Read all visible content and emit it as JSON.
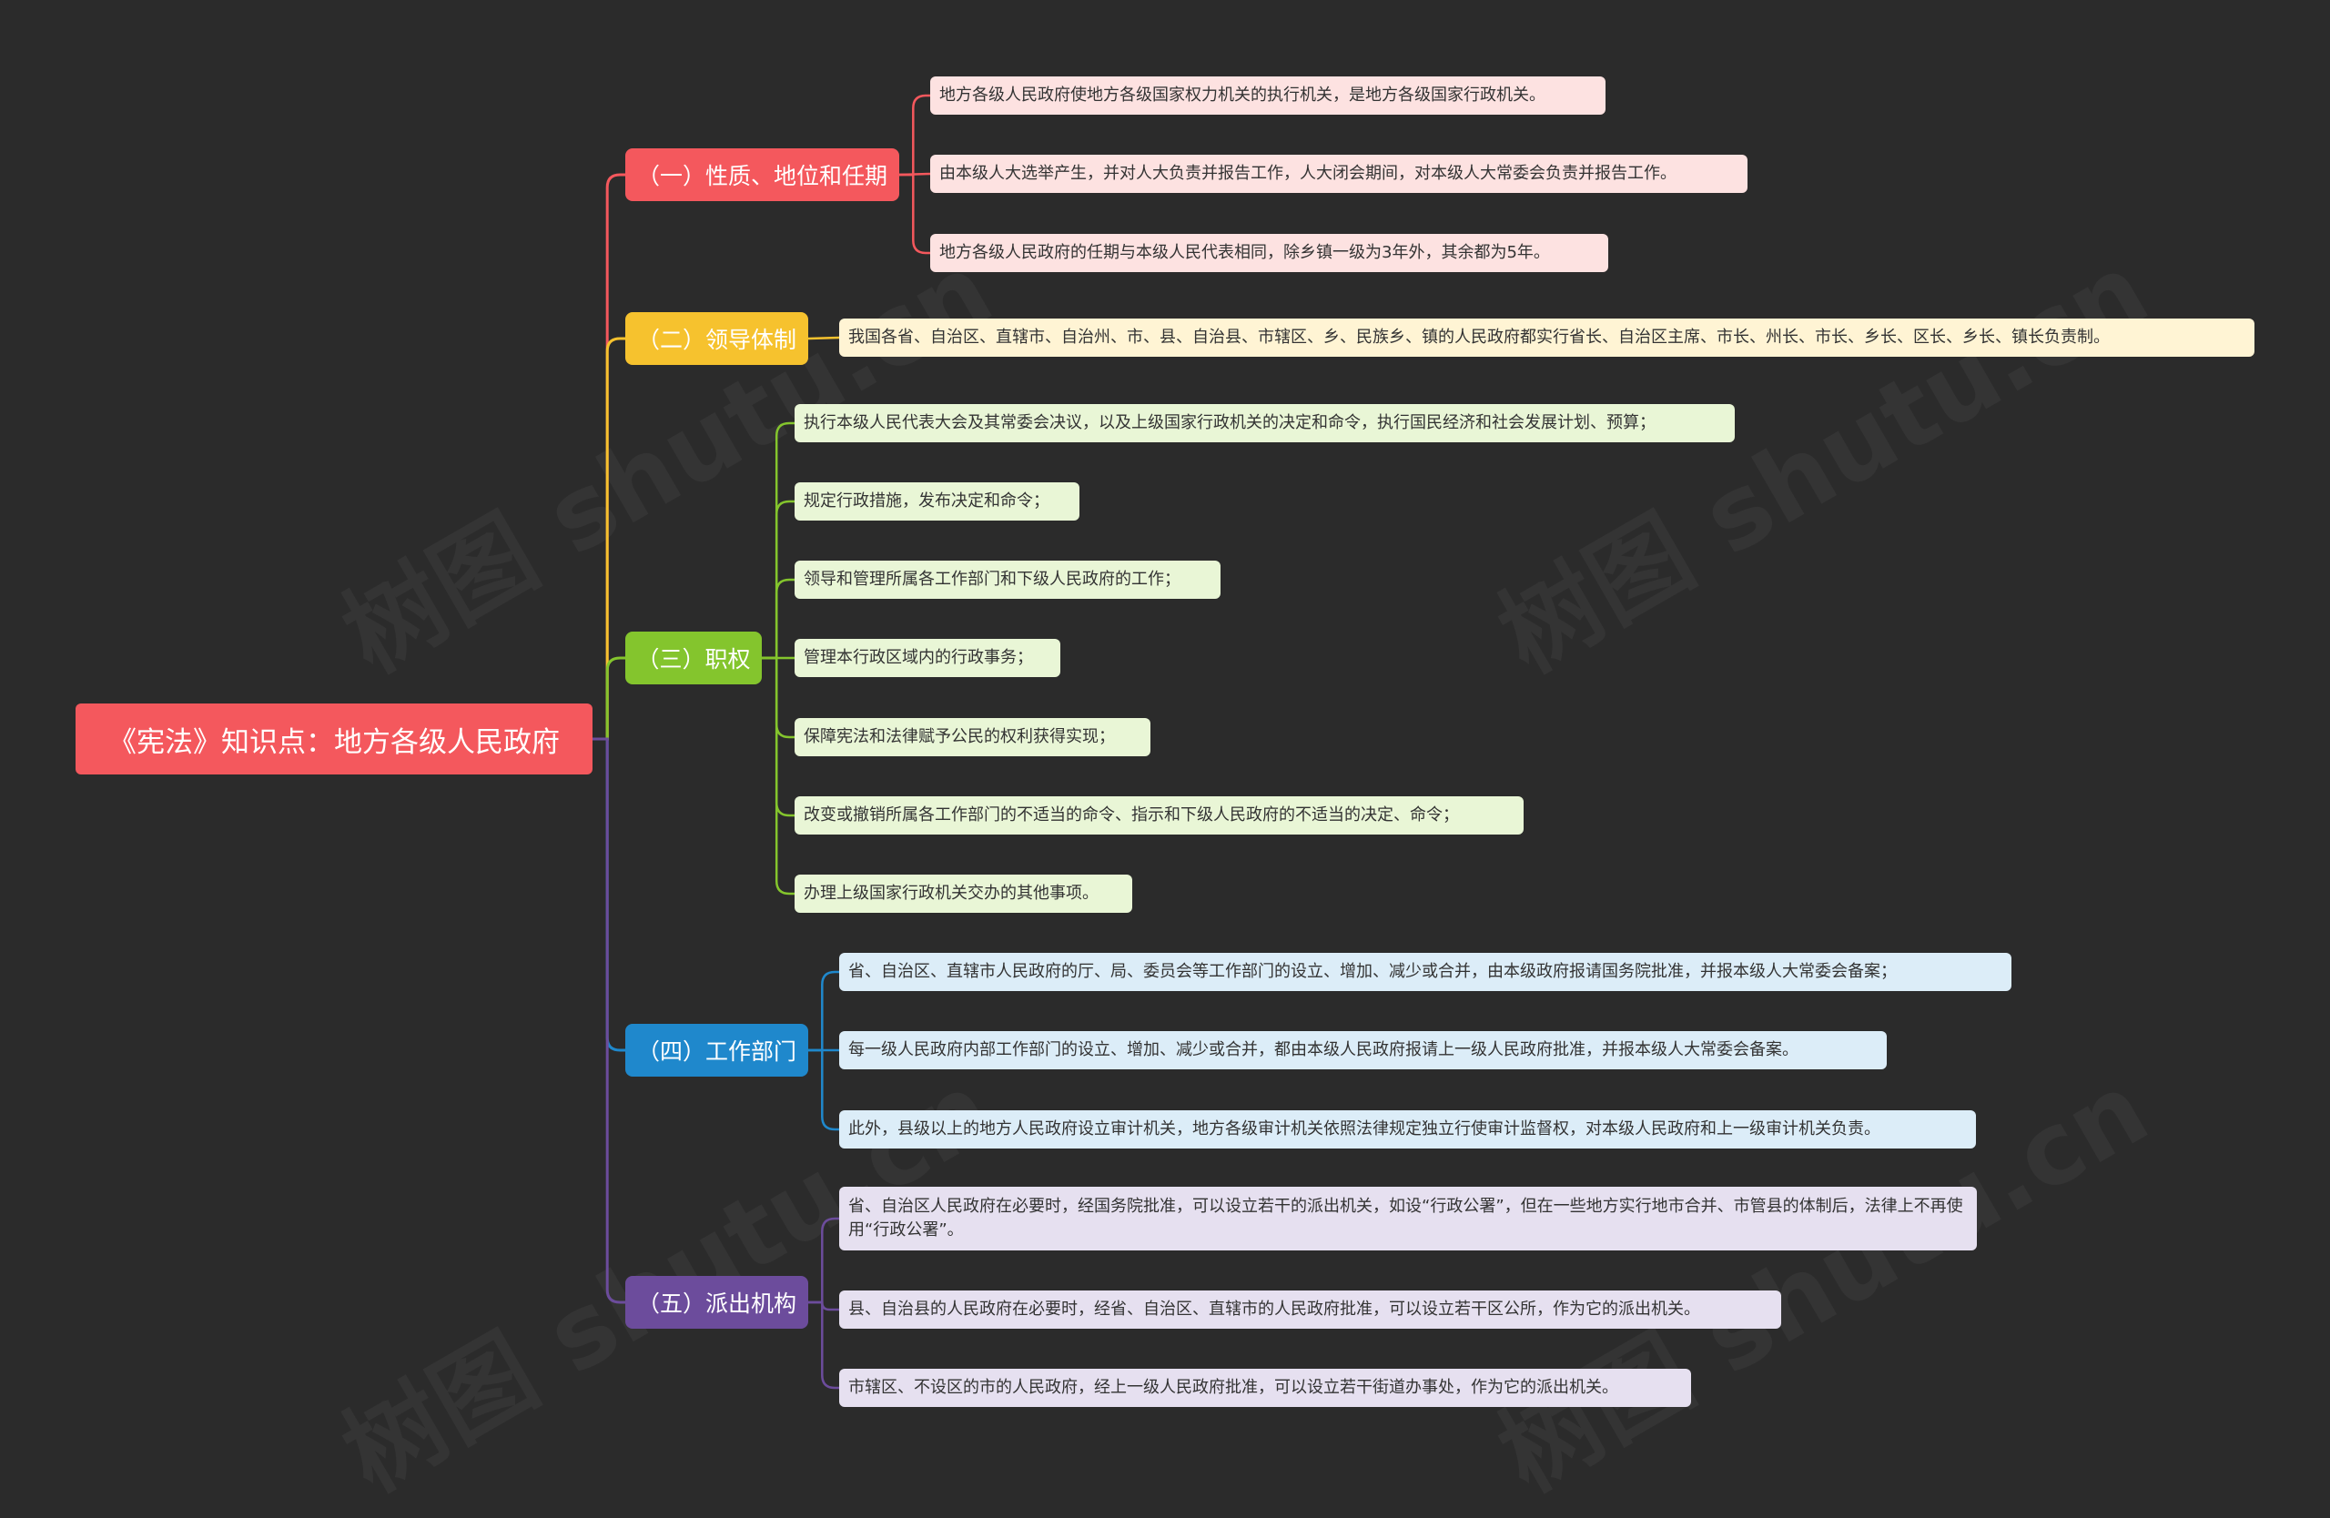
{
  "root": {
    "label": "《宪法》知识点：地方各级人民政府",
    "color": "#f4585d"
  },
  "branches": [
    {
      "label": "（一）性质、地位和任期",
      "color": "#f4585d",
      "leaf_bg": "#fde2e1",
      "leaves": [
        "地方各级人民政府使地方各级国家权力机关的执行机关，是地方各级国家行政机关。",
        "由本级人大选举产生，并对人大负责并报告工作，人大闭会期间，对本级人大常委会负责并报告工作。",
        "地方各级人民政府的任期与本级人民代表相同，除乡镇一级为3年外，其余都为5年。"
      ]
    },
    {
      "label": "（二）领导体制",
      "color": "#f6c22e",
      "leaf_bg": "#fff4d4",
      "leaves": [
        "我国各省、自治区、直辖市、自治州、市、县、自治县、市辖区、乡、民族乡、镇的人民政府都实行省长、自治区主席、市长、州长、市长、乡长、区长、乡长、镇长负责制。"
      ]
    },
    {
      "label": "（三）职权",
      "color": "#84c52d",
      "leaf_bg": "#e9f6d6",
      "leaves": [
        "执行本级人民代表大会及其常委会决议，以及上级国家行政机关的决定和命令，执行国民经济和社会发展计划、预算；",
        "规定行政措施，发布决定和命令；",
        "领导和管理所属各工作部门和下级人民政府的工作；",
        "管理本行政区域内的行政事务；",
        "保障宪法和法律赋予公民的权利获得实现；",
        "改变或撤销所属各工作部门的不适当的命令、指示和下级人民政府的不适当的决定、命令；",
        "办理上级国家行政机关交办的其他事项。"
      ]
    },
    {
      "label": "（四）工作部门",
      "color": "#1f88cc",
      "leaf_bg": "#dcedf8",
      "leaves": [
        "省、自治区、直辖市人民政府的厅、局、委员会等工作部门的设立、增加、减少或合并，由本级政府报请国务院批准，并报本级人大常委会备案；",
        "每一级人民政府内部工作部门的设立、增加、减少或合并，都由本级人民政府报请上一级人民政府批准，并报本级人大常委会备案。",
        "此外，县级以上的地方人民政府设立审计机关，地方各级审计机关依照法律规定独立行使审计监督权，对本级人民政府和上一级审计机关负责。"
      ]
    },
    {
      "label": "（五）派出机构",
      "color": "#6c4c9c",
      "leaf_bg": "#e6e0f0",
      "leaves": [
        "省、自治区人民政府在必要时，经国务院批准，可以设立若干的派出机关，如设“行政公署”，但在一些地方实行地市合并、市管县的体制后，法律上不再使用“行政公署”。",
        "县、自治县的人民政府在必要时，经省、自治区、直辖市的人民政府批准，可以设立若干区公所，作为它的派出机关。",
        "市辖区、不设区的市的人民政府，经上一级人民政府批准，可以设立若干街道办事处，作为它的派出机关。"
      ]
    }
  ]
}
